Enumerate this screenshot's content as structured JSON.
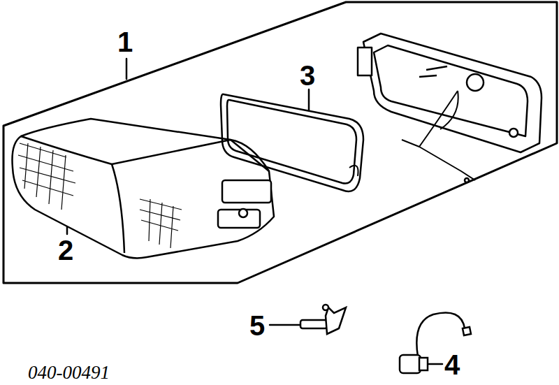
{
  "diagram": {
    "labels": [
      "1",
      "2",
      "3",
      "4",
      "5",
      "040-00491"
    ]
  }
}
